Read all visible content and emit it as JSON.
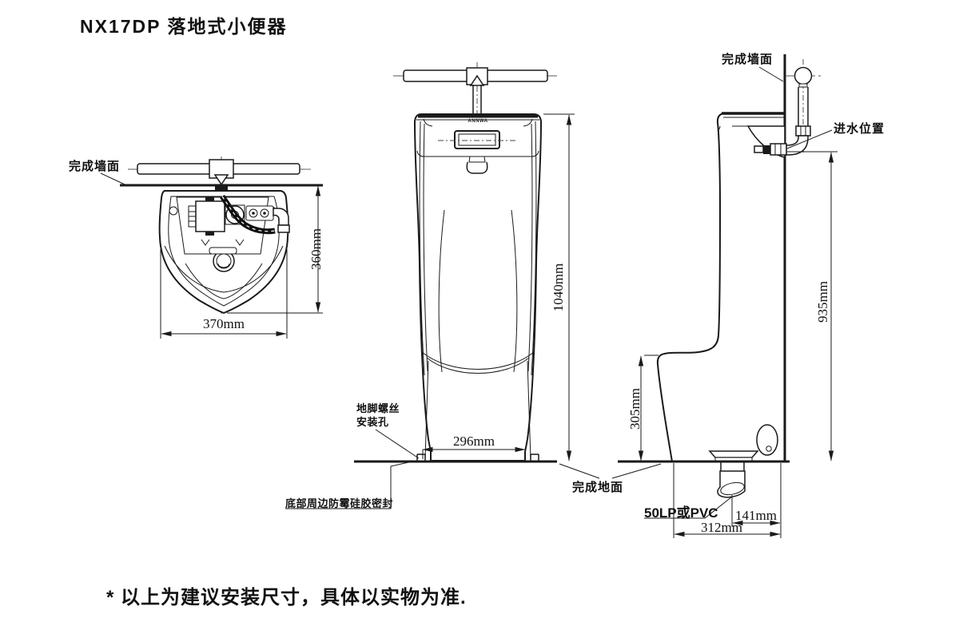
{
  "page": {
    "title": "NX17DP 落地式小便器",
    "footnote": "* 以上为建议安装尺寸，具体以实物为准."
  },
  "top_view": {
    "wall_label": "完成墙面",
    "dim_depth": "360mm",
    "dim_width": "370mm"
  },
  "front_view": {
    "brand": "ANNWA",
    "dim_height": "1040mm",
    "dim_base_width": "296mm",
    "anchor_label_line1": "地脚螺丝",
    "anchor_label_line2": "安装孔",
    "silicone_label": "底部周边防霉硅胶密封",
    "floor_label": "完成地面"
  },
  "side_view": {
    "wall_label": "完成墙面",
    "inlet_label": "进水位置",
    "dim_inlet_height": "935mm",
    "dim_lip_height": "305mm",
    "drain_label": "50LP或PVC",
    "dim_drain_to_wall": "141mm",
    "dim_base_depth": "312mm"
  },
  "colors": {
    "line": "#1a1a1a",
    "background": "#ffffff"
  }
}
